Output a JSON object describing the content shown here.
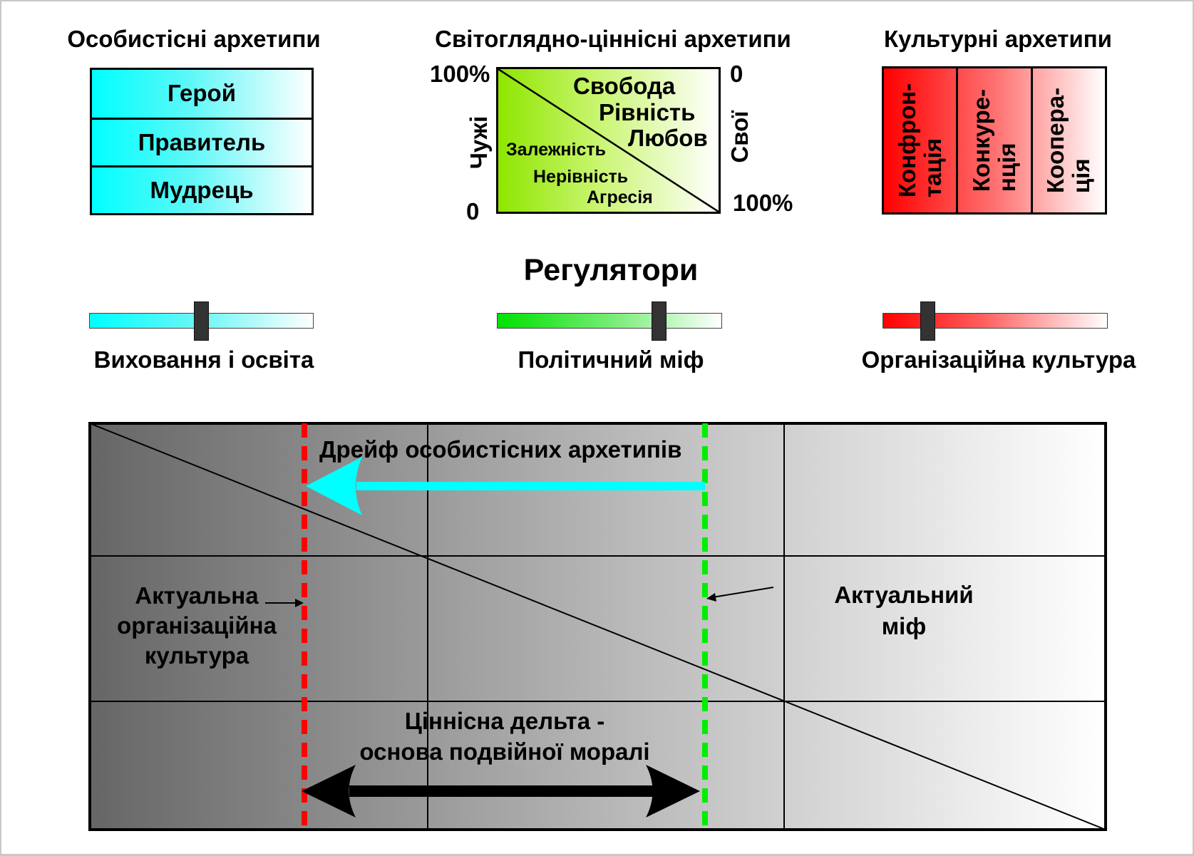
{
  "personal_archetypes": {
    "title": "Особистісні архетипи",
    "items": [
      "Герой",
      "Правитель",
      "Мудрець"
    ],
    "color": "#00ffff"
  },
  "worldview_archetypes": {
    "title": "Світоглядно-ціннісні архетипи",
    "left_axis_label": "Чужі",
    "right_axis_label": "Свої",
    "left_top": "100%",
    "left_bottom": "0",
    "right_top": "0",
    "right_bottom": "100%",
    "upper_values": [
      "Свобода",
      "Рівність",
      "Любов"
    ],
    "lower_values": [
      "Залежність",
      "Нерівність",
      "Агресія"
    ],
    "color": "#8fe600"
  },
  "cultural_archetypes": {
    "title": "Культурні архетипи",
    "columns": [
      {
        "line1": "Конфрон-",
        "line2": "тація"
      },
      {
        "line1": "Конкуре-",
        "line2": "нція"
      },
      {
        "line1": "Коопера-",
        "line2": "ція"
      }
    ],
    "color": "#ff0000"
  },
  "regulators": {
    "title": "Регулятори",
    "sliders": [
      {
        "label": "Виховання і освіта",
        "value_percent": 50,
        "color": "#00ffff"
      },
      {
        "label": "Політичний міф",
        "value_percent": 72,
        "color": "#00e000"
      },
      {
        "label": "Організаційна культура",
        "value_percent": 20,
        "color": "#ff0000"
      }
    ]
  },
  "drift_diagram": {
    "drift_label": "Дрейф особистісних архетипів",
    "actual_org_culture_label": [
      "Актуальна",
      "організаційна",
      "культура"
    ],
    "actual_myth_label": [
      "Актуальний",
      "міф"
    ],
    "value_delta_label": [
      "Ціннісна дельта -",
      "основа подвійної моралі"
    ],
    "org_culture_line_color": "#ff0000",
    "myth_line_color": "#00ee00",
    "drift_arrow_color": "#00ffff"
  }
}
